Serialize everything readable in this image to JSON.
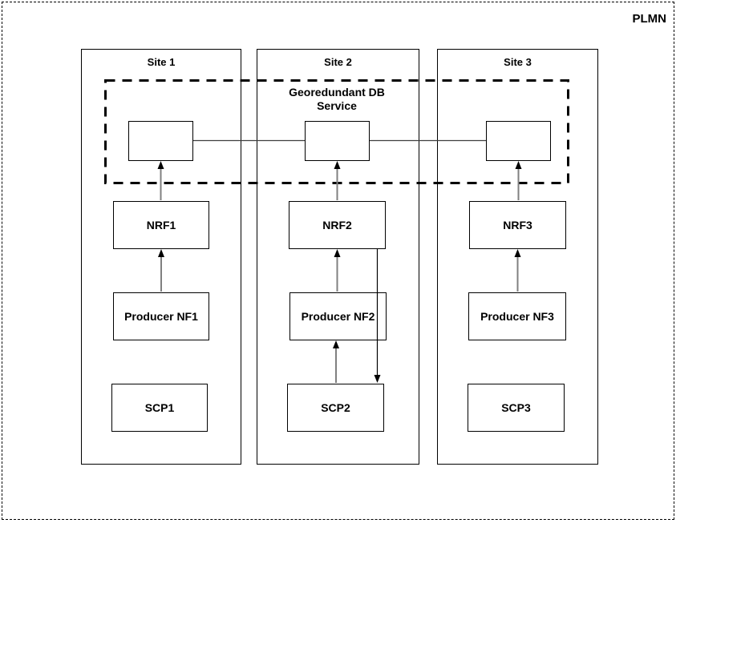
{
  "diagram": {
    "plmn_label": "PLMN",
    "georedundant_db_label": "Georedundant DB Service",
    "sites": [
      {
        "label": "Site 1",
        "nodes": {
          "db": "",
          "nrf": "NRF1",
          "producer": "Producer NF1",
          "scp": "SCP1"
        }
      },
      {
        "label": "Site 2",
        "nodes": {
          "db": "",
          "nrf": "NRF2",
          "producer": "Producer NF2",
          "scp": "SCP2"
        }
      },
      {
        "label": "Site 3",
        "nodes": {
          "db": "",
          "nrf": "NRF3",
          "producer": "Producer NF3",
          "scp": "SCP3"
        }
      }
    ],
    "edges": [
      {
        "from": "db-site1",
        "to": "db-site2",
        "style": "plain-line"
      },
      {
        "from": "db-site2",
        "to": "db-site3",
        "style": "plain-line"
      },
      {
        "from": "NRF1",
        "to": "db-site1",
        "style": "arrow-up",
        "color": "gray"
      },
      {
        "from": "NRF2",
        "to": "db-site2",
        "style": "arrow-up",
        "color": "gray"
      },
      {
        "from": "NRF3",
        "to": "db-site3",
        "style": "arrow-up",
        "color": "gray"
      },
      {
        "from": "Producer NF1",
        "to": "NRF1",
        "style": "arrow-up",
        "color": "gray"
      },
      {
        "from": "Producer NF2",
        "to": "NRF2",
        "style": "arrow-up",
        "color": "gray"
      },
      {
        "from": "Producer NF3",
        "to": "NRF3",
        "style": "arrow-up",
        "color": "gray"
      },
      {
        "from": "SCP2",
        "to": "Producer NF2",
        "style": "arrow-up",
        "color": "gray"
      },
      {
        "from": "NRF2",
        "to": "SCP2",
        "style": "arrow-down",
        "color": "black"
      }
    ],
    "colors": {
      "background": "#ffffff",
      "box_border": "#000000",
      "arrow_gray": "#808080",
      "arrow_black": "#000000"
    }
  }
}
